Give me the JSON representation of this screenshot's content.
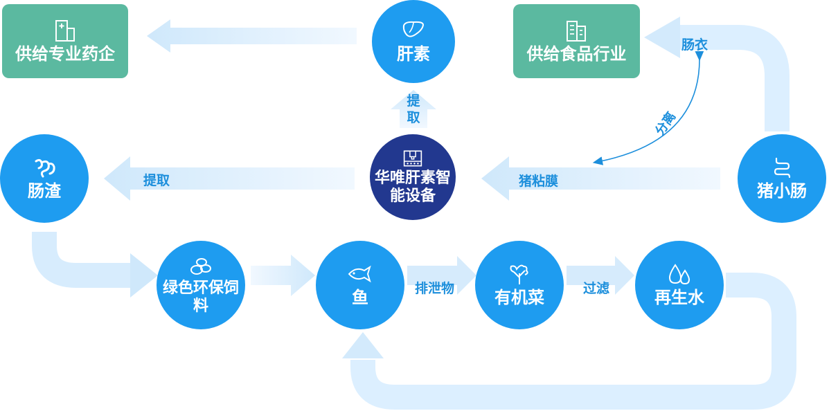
{
  "nodes": {
    "liver": "肝素",
    "pharma": "供给专业药企",
    "food": "供给食品行业",
    "center": "华唯肝素智能设备",
    "residue": "肠渣",
    "intestine": "猪小肠",
    "feed": "绿色环保饲料",
    "fish": "鱼",
    "veg": "有机菜",
    "water": "再生水"
  },
  "flow_labels": {
    "extract_vertical": "提取",
    "extract_left": "提取",
    "mucosa": "猪粘膜",
    "casing": "肠衣",
    "separate": "分离",
    "excretion": "排泄物",
    "filter": "过滤"
  },
  "colors": {
    "node_blue": "#1e9cf0",
    "center_navy": "#22388f",
    "box_green": "#5bb9a0",
    "arrow_light": "#dcefff",
    "label_blue": "#1d8fdc"
  },
  "icons": [
    "hospital-icon",
    "factory-icon",
    "liver-icon",
    "machine-icon",
    "residue-icon",
    "intestine-icon",
    "feed-icon",
    "fish-icon",
    "vegetable-icon",
    "water-drop-icon"
  ]
}
